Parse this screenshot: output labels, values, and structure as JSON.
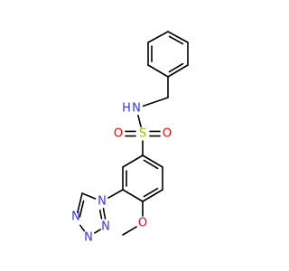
{
  "molecule": {
    "bond_color": "#000000",
    "background": "#ffffff",
    "atoms": [
      {
        "id": "n_amide",
        "symbol": "N",
        "color": "#3333ff"
      },
      {
        "id": "h_amide",
        "symbol": "H",
        "color": "#3333ff"
      },
      {
        "id": "s_sulfonyl",
        "symbol": "S",
        "color": "#b2b200"
      },
      {
        "id": "o_sulfonyl_left",
        "symbol": "O",
        "color": "#ff0000"
      },
      {
        "id": "o_sulfonyl_right",
        "symbol": "O",
        "color": "#ff0000"
      },
      {
        "id": "o_methoxy",
        "symbol": "O",
        "color": "#ff0000"
      },
      {
        "id": "n_tetrazole_1",
        "symbol": "N",
        "color": "#3333ff"
      },
      {
        "id": "n_tetrazole_2",
        "symbol": "N",
        "color": "#3333ff"
      },
      {
        "id": "n_tetrazole_3",
        "symbol": "N",
        "color": "#3333ff"
      },
      {
        "id": "n_tetrazole_4",
        "symbol": "N",
        "color": "#3333ff"
      }
    ]
  }
}
